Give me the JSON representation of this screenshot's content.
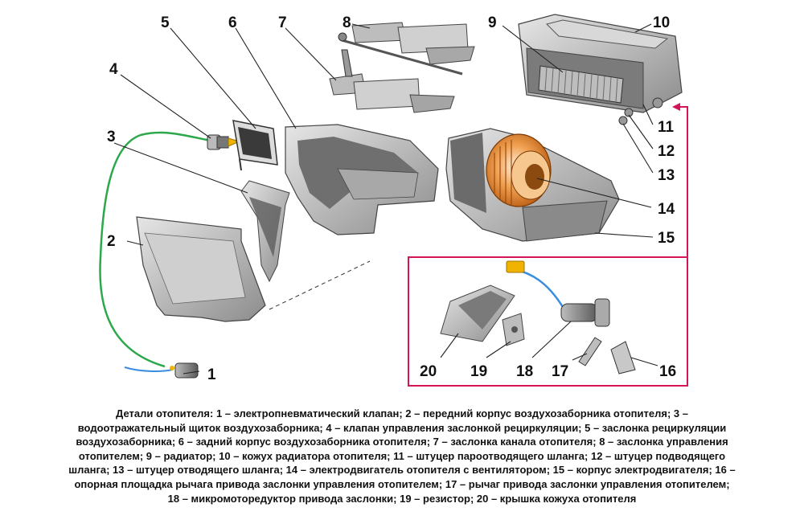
{
  "labels": {
    "l1": "1",
    "l2": "2",
    "l3": "3",
    "l4": "4",
    "l5": "5",
    "l6": "6",
    "l7": "7",
    "l8": "8",
    "l9": "9",
    "l10": "10",
    "l11": "11",
    "l12": "12",
    "l13": "13",
    "l14": "14",
    "l15": "15",
    "l16": "16",
    "l17": "17",
    "l18": "18",
    "l19": "19",
    "l20": "20"
  },
  "colors": {
    "line_green": "#2aa84a",
    "inset_frame": "#d4145a",
    "motor_orange": "#e8882a",
    "wire_blue": "#3a8ee0",
    "connector_yellow": "#f0b400"
  },
  "caption": {
    "line1": "Детали отопителя: 1 – электропневматический клапан; 2 – передний корпус воздухозаборника отопителя; 3 –",
    "line2": "водоотражательный щиток воздухозаборника; 4 – клапан управления заслонкой рециркуляции; 5 – заслонка рециркуляции",
    "line3": "воздухозаборника; 6 – задний корпус воздухозаборника отопителя; 7 – заслонка канала отопителя; 8 – заслонка управления",
    "line4": "отопителем; 9 – радиатор; 10 – кожух радиатора отопителя; 11 – штуцер пароотводящего шланга; 12 – штуцер подводящего",
    "line5": "шланга; 13 – штуцер отводящего шланга; 14 – электродвигатель отопителя с вентилятором; 15 – корпус электродвигателя; 16 –",
    "line6": "опорная площадка рычага привода заслонки управления отопителем; 17 – рычаг привода заслонки управления отопителем;",
    "line7": "18 – микромоторедуктор привода заслонки; 19 – резистор; 20 – крышка кожуха отопителя"
  }
}
